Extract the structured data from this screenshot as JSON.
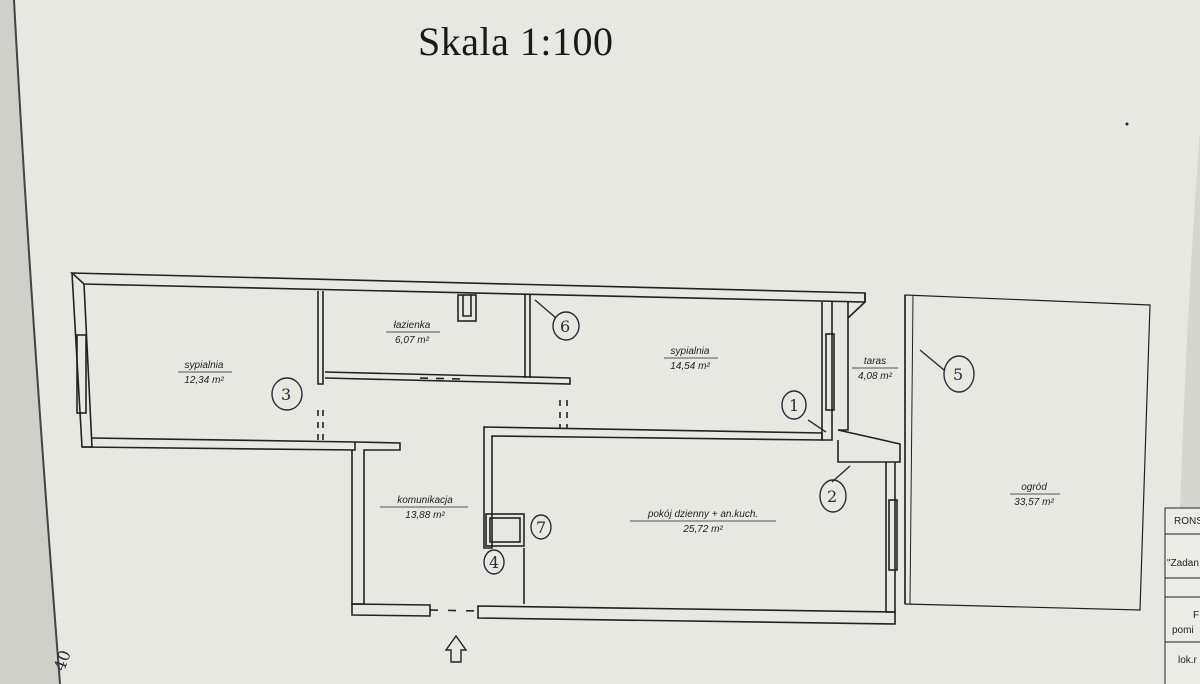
{
  "title": "Skala 1:100",
  "rooms": [
    {
      "name": "sypialnia",
      "area": "12,34 m²"
    },
    {
      "name": "łazienka",
      "area": "6,07 m²"
    },
    {
      "name": "sypialnia",
      "area": "14,54 m²"
    },
    {
      "name": "taras",
      "area": "4,08 m²"
    },
    {
      "name": "ogród",
      "area": "33,57 m²"
    },
    {
      "name": "komunikacja",
      "area": "13,88 m²"
    },
    {
      "name": "pokój dzienny + an.kuch.",
      "area": "25,72 m²"
    }
  ],
  "markers": [
    "1",
    "2",
    "3",
    "4",
    "5",
    "6",
    "7"
  ],
  "title_block": [
    "RONS",
    "\"Zadan",
    "F",
    "pomi",
    "lok.r"
  ],
  "corner_note": "40"
}
